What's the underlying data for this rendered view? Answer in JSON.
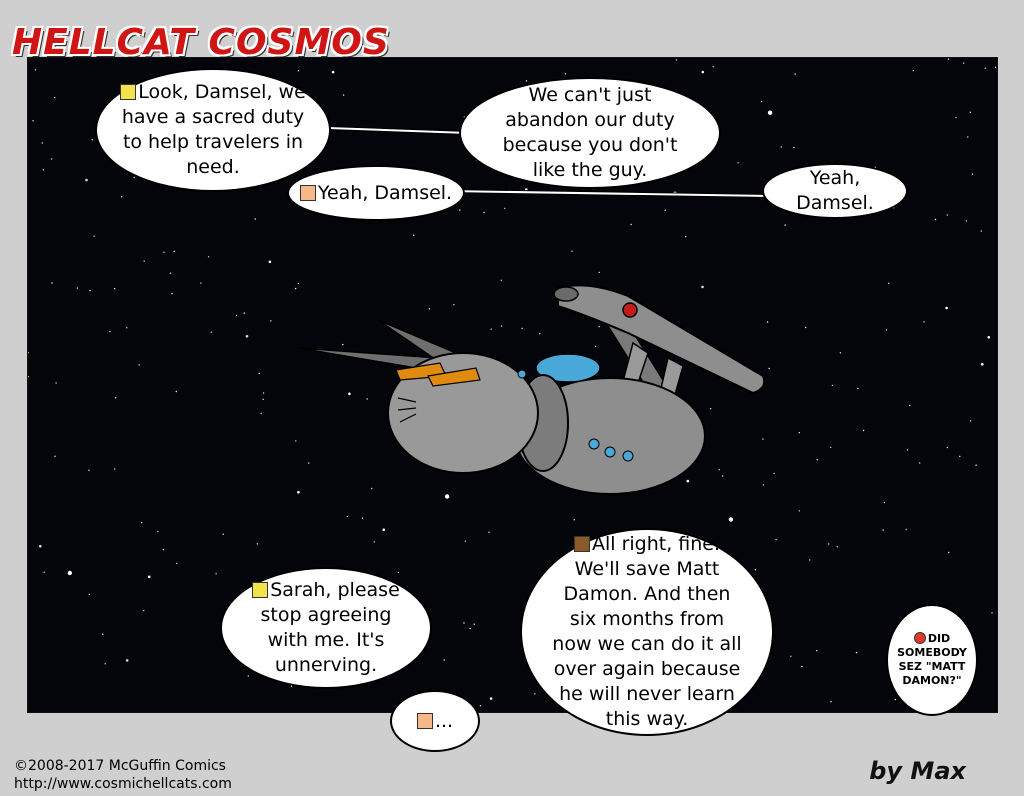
{
  "comic": {
    "title": "HELLCAT COSMOS",
    "byline": "by Max",
    "copyright": "©2008-2017 McGuffin Comics",
    "url": "http://www.cosmichellcats.com"
  },
  "dialogue": {
    "b1": "Look, Damsel, we have a sacred duty to help travelers in need.",
    "b2": "We can't just abandon our duty because you don't like the guy.",
    "b3": "Yeah, Damsel.",
    "b4": "Yeah, Damsel.",
    "b5": "Sarah, please stop agreeing with me. It's unnerving.",
    "b6": "...",
    "b7": "All right, fine. We'll save Matt Damon. And then six months from now we can do it all over again because he will never learn this way.",
    "b8": "DID SOMEBODY SEZ \"MATT DAMON?\""
  },
  "colors": {
    "title": "#d01515",
    "space": "#04050a",
    "ship_hull": "#8e8e8e",
    "ship_dome": "#4aa8d8",
    "ship_eyes": "#e08a10"
  }
}
